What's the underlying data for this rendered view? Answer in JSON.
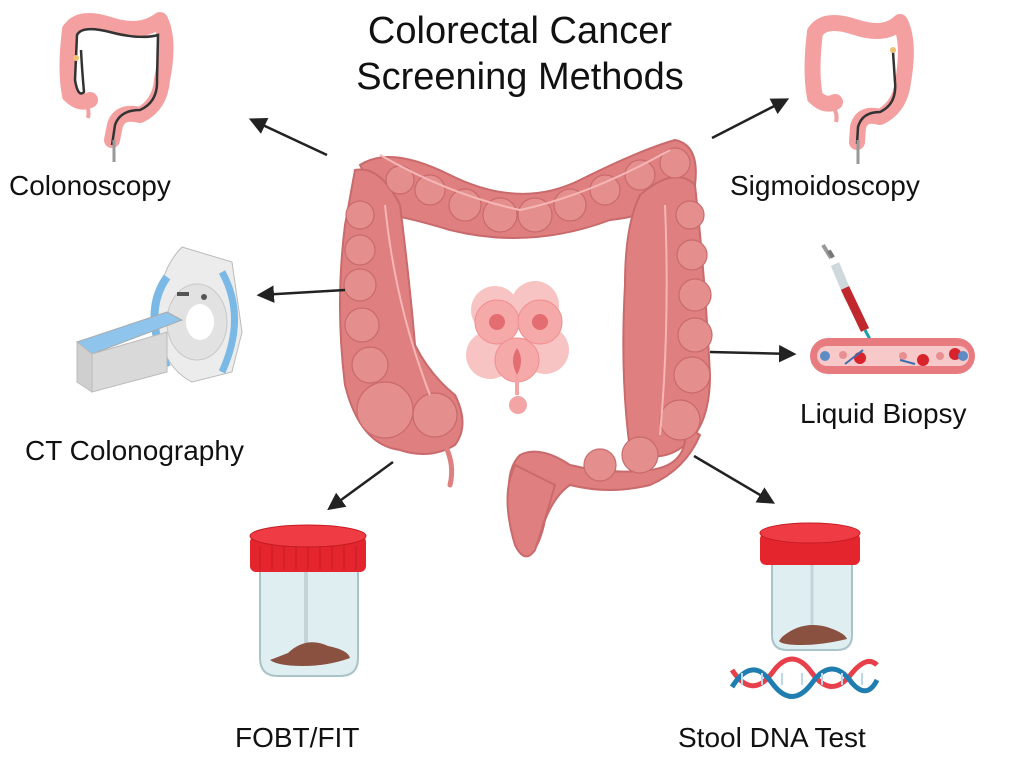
{
  "title": {
    "line1": "Colorectal Cancer",
    "line2": "Screening Methods"
  },
  "center": {
    "organ": "colon-icon",
    "tumor": "tumor-cells-icon"
  },
  "methods": [
    {
      "label": "Colonoscopy",
      "icon": "colonoscopy-icon"
    },
    {
      "label": "Sigmoidoscopy",
      "icon": "sigmoidoscopy-icon"
    },
    {
      "label": "CT Colonography",
      "icon": "ct-scanner-icon"
    },
    {
      "label": "Liquid Biopsy",
      "icon": "blood-vessel-syringe-icon"
    },
    {
      "label": "FOBT/FIT",
      "icon": "stool-sample-jar-icon"
    },
    {
      "label": "Stool DNA Test",
      "icon": "stool-jar-dna-icon"
    }
  ],
  "colors": {
    "colon": "#e07f7f",
    "colon_dark": "#c9676a",
    "colon_light": "#f3a5a5",
    "lid": "#e4252d",
    "arrow": "#222222",
    "dna_red": "#e8404a",
    "dna_blue": "#1f7db0",
    "scanner_blue": "#7ab8e6"
  }
}
